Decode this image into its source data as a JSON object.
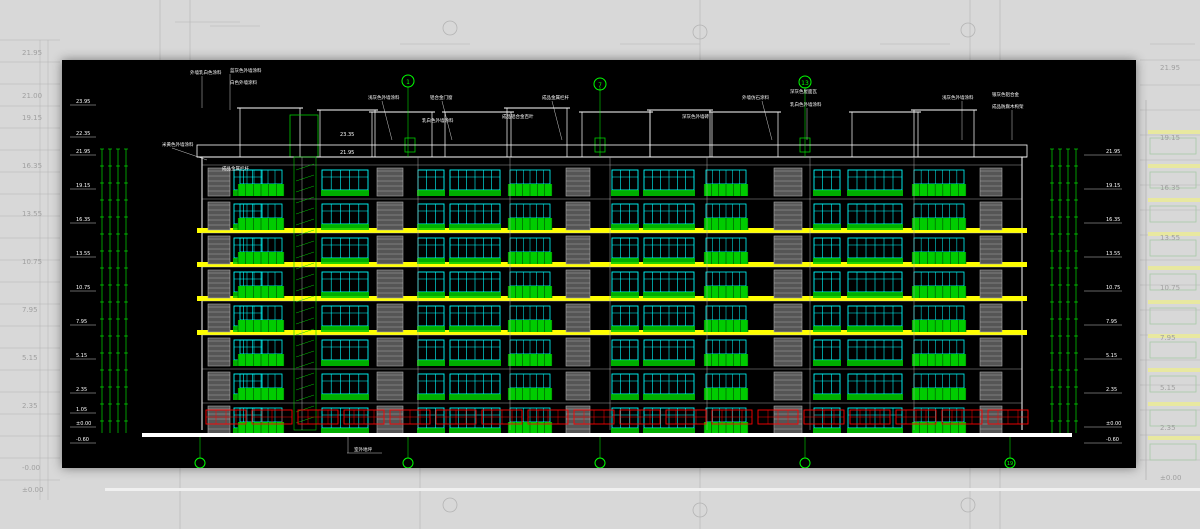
{
  "background_sheet": {
    "left_levels": [
      "21.95",
      "21.00",
      "19.15",
      "16.35",
      "13.55",
      "10.75",
      "7.95",
      "5.15",
      "2.35",
      "-0.00",
      "±0.00"
    ],
    "right_levels": [
      "21.95",
      "19.15",
      "16.35",
      "13.55",
      "10.75",
      "7.95",
      "5.15",
      "2.35",
      "±0.00"
    ]
  },
  "drawing": {
    "grid_axes": [
      "1",
      "7",
      "13",
      "19"
    ],
    "left_levels": [
      "23.95",
      "22.35",
      "21.95",
      "19.15",
      "16.35",
      "13.55",
      "10.75",
      "7.95",
      "5.15",
      "2.35",
      "1.05",
      "±0.00",
      "-0.60"
    ],
    "right_levels": [
      "21.95",
      "19.15",
      "16.35",
      "13.55",
      "10.75",
      "7.95",
      "5.15",
      "2.35",
      "±0.00",
      "-0.60"
    ],
    "roof_level_labels": [
      "23.35",
      "21.95"
    ],
    "notes": {
      "n1": "外墙乳白色涂料",
      "n2": "蓝灰色外墙涂料",
      "n3": "白色外墙涂料",
      "n4": "浅灰色外墙涂料",
      "n5": "铝合金门窗",
      "n6": "成品金属栏杆",
      "n7": "外墙仿石涂料",
      "n8": "深灰色屋面瓦",
      "n9": "乳白色外墙涂料",
      "n10": "浅灰色外墙涂料",
      "n11": "银灰色铝合金",
      "n12": "成品防腐木构架",
      "n13": "米黄色外墙涂料",
      "n14": "乳白色外墙涂料",
      "n15": "成品金属栏杆",
      "n16": "成品铝合金百叶",
      "n17": "深灰色外墙砖",
      "n18": "室外地坪"
    }
  },
  "colors": {
    "background": "#000000",
    "floor_band": "#ffff00",
    "window_frame": "#00ffff",
    "balcony": "#00cc00",
    "wall_line": "#ffffff",
    "ground_floor": "#ff0000",
    "dimension": "#00ff00",
    "page": "#d8d8d8"
  }
}
